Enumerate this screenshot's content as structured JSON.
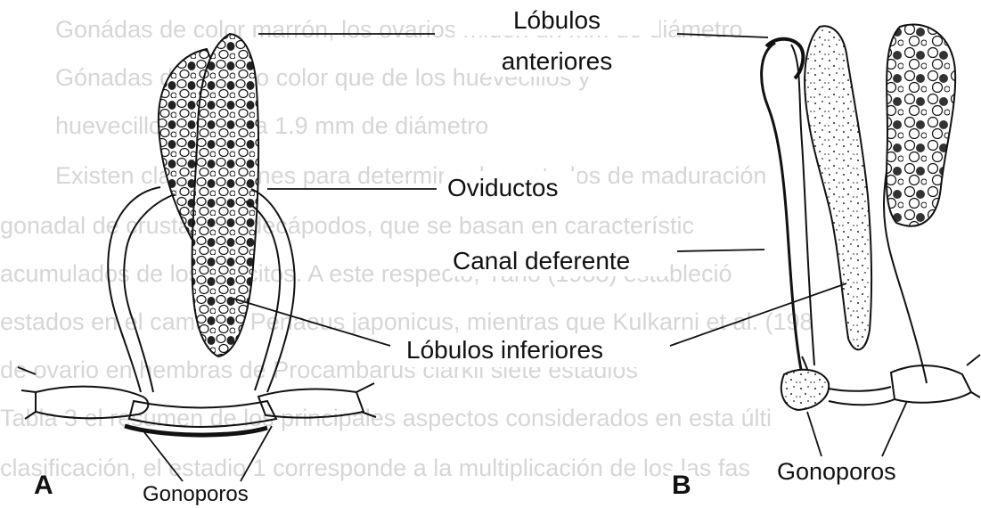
{
  "background_text": {
    "lines": [
      "Gonádas de color marrón, los ovarios miden un mm de diámetro",
      "Gónadas del mismo color que de los huevecillos          y",
      "huevecillos de 1.6 a 1.9 mm de diámetro",
      "Existen clasificaciones para determinar los estados de maduración",
      "gonadal de crustáceos decápodos, que se basan en característic",
      "acumulados de los ovocitos. A este respecto, Yano (1988) estableció",
      "estados en el camarón Penaeus japonicus, mientras que Kulkarni et al. (198",
      "de ovario en hembras de Procambarus clarkii siete estadios",
      "Tabla 3 el resumen de los principales aspectos considerados en esta últi",
      "clasificación, el estadio 1 corresponde a la multiplicación de los            las fas"
    ]
  },
  "labels": {
    "anterior_lobes_1": "Lóbulos",
    "anterior_lobes_2": "anteriores",
    "oviducts": "Oviductos",
    "vas_deferens": "Canal deferente",
    "inferior_lobes": "Lóbulos inferiores",
    "gonopores_a": "Gonoporos",
    "gonopores_b": "Gonoporos",
    "panel_a": "A",
    "panel_b": "B"
  },
  "colors": {
    "ink": "#111111",
    "faded_text": "#d6d6d6"
  }
}
